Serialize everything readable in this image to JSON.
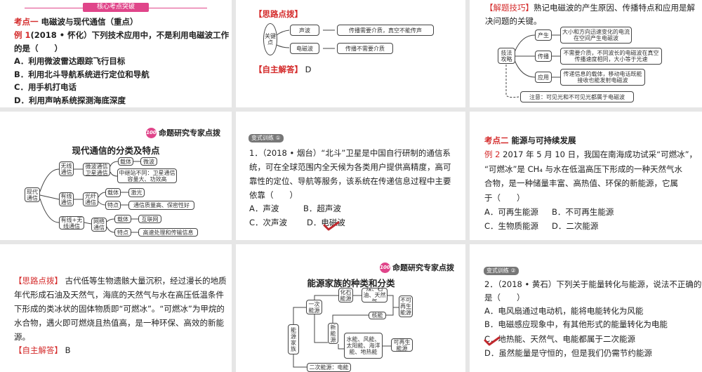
{
  "p1": {
    "ribbon": "核心考点突破",
    "heading_tag": "考点一",
    "heading": "电磁波与现代通信（重点）",
    "ex_tag": "例 1",
    "ex_text": "(2018 • 怀化）下列技术应用中，不是利用电磁波工作",
    "ex_text2": "的是（　　）",
    "options": [
      "A．利用微波雷达跟踪飞行目标",
      "B．利用北斗导航系统进行定位和导航",
      "C．用手机打电话",
      "D．利用声呐系统探测海底深度"
    ]
  },
  "p2": {
    "hint_label": "【思路点拨】",
    "key": "关键点",
    "nodes": [
      "声波",
      "传播需要介质，真空不能传声",
      "电磁波",
      "传播不需要介质"
    ],
    "answer_label": "【自主解答】",
    "answer": "D"
  },
  "p3": {
    "tip_label": "【解题技巧】",
    "tip1": "熟记电磁波的产生原因、传播特点和应用是解",
    "tip2": "决问题的关键。",
    "root": "技法攻略",
    "nodes": [
      "产生",
      "大小和方向迅速变化的电流在空间产生电磁波",
      "传播",
      "不需要介质，不同波长的电磁波在真空传播速度相同，大小等于光速",
      "应用",
      "传递信息的载体，移动电话既能接收也能发射电磁波"
    ],
    "note": "注意：可见光和不可见光都属于电磁波"
  },
  "p4": {
    "logo_num": "100",
    "logo": "命题研究专家点拨",
    "title": "现代通信的分类及特点",
    "nodes": [
      "现代通信",
      "无线通信",
      "微波通信卫星通信",
      "载体",
      "微波",
      "中继站不同：卫星通信容量大、功效高",
      "有线通信",
      "光纤通信",
      "载体",
      "激光",
      "特点",
      "通信质量高、保密性好",
      "有线+无线通信",
      "网络通信",
      "载体",
      "互联网",
      "特点",
      "高速处理和传输信息"
    ]
  },
  "p5": {
    "badge": "变式训练 ①",
    "lines": [
      "1．（2018 • 烟台）“北斗”卫星是中国自行研制的通信系",
      "统，可在全球范围内全天候为各类用户提供高精度，高可",
      "靠性的定位、导航等服务，该系统在传递信息过程中主要",
      "依靠（　　）"
    ],
    "options": [
      "A．声波",
      "B．超声波",
      "C．次声波",
      "D．电磁波"
    ],
    "correct": "D"
  },
  "p6": {
    "heading_tag": "考点二",
    "heading": "能源与可持续发展",
    "ex_tag": "例 2",
    "lines": [
      "2017 年 5 月 10 日，我国在南海成功试采“可燃冰”，",
      "“可燃冰”是 CH₄ 与水在低温高压下形成的一种天然气水",
      "合物，是一种储量丰富、高热值、环保的新能源，它属",
      "于（　　）"
    ],
    "options": [
      "A．可再生能源",
      "B．不可再生能源",
      "C．生物质能源",
      "D．二次能源"
    ]
  },
  "p7": {
    "hint_label": "【思路点拨】",
    "lines": [
      "古代低等生物遗骸大量沉积，经过漫长的地质",
      "年代形成石油及天然气，海底的天然气与水在高压低温条件",
      "下形成的类冰状的固体物质即“可燃冰”。“可燃冰”为甲烷的",
      "水合物，遇火即可燃烧且热值高，是一种环保、高效的新能",
      "源。"
    ],
    "answer_label": "【自主解答】",
    "answer": "B"
  },
  "p8": {
    "logo_num": "100",
    "logo": "命题研究专家点拨",
    "title": "能源家族的种类和分类",
    "nodes": [
      "能源家族",
      "一次能源",
      "化石能源",
      "煤、石油、天然气",
      "核能",
      "不可再生能源",
      "新能源",
      "水能、风能、太阳能、海洋能、地热能",
      "可再生能源",
      "二次能源：电能"
    ]
  },
  "p9": {
    "badge": "变式训练 ②",
    "lines": [
      "2．（2018 • 黄石）下列关于能量转化与能源，说法不正确的",
      "是（　　）"
    ],
    "options": [
      "A．电风扇通过电动机，能将电能转化为风能",
      "B．电磁感应现象中，有其他形式的能量转化为电能",
      "C．地热能、天然气、电能都属于二次能源",
      "D．虽然能量是守恒的，但是我们仍需节约能源"
    ],
    "correct": "C"
  },
  "colors": {
    "accent_red": "#d42a2a",
    "ribbon_pink": "#e0458a",
    "check_red": "#c0282d"
  }
}
